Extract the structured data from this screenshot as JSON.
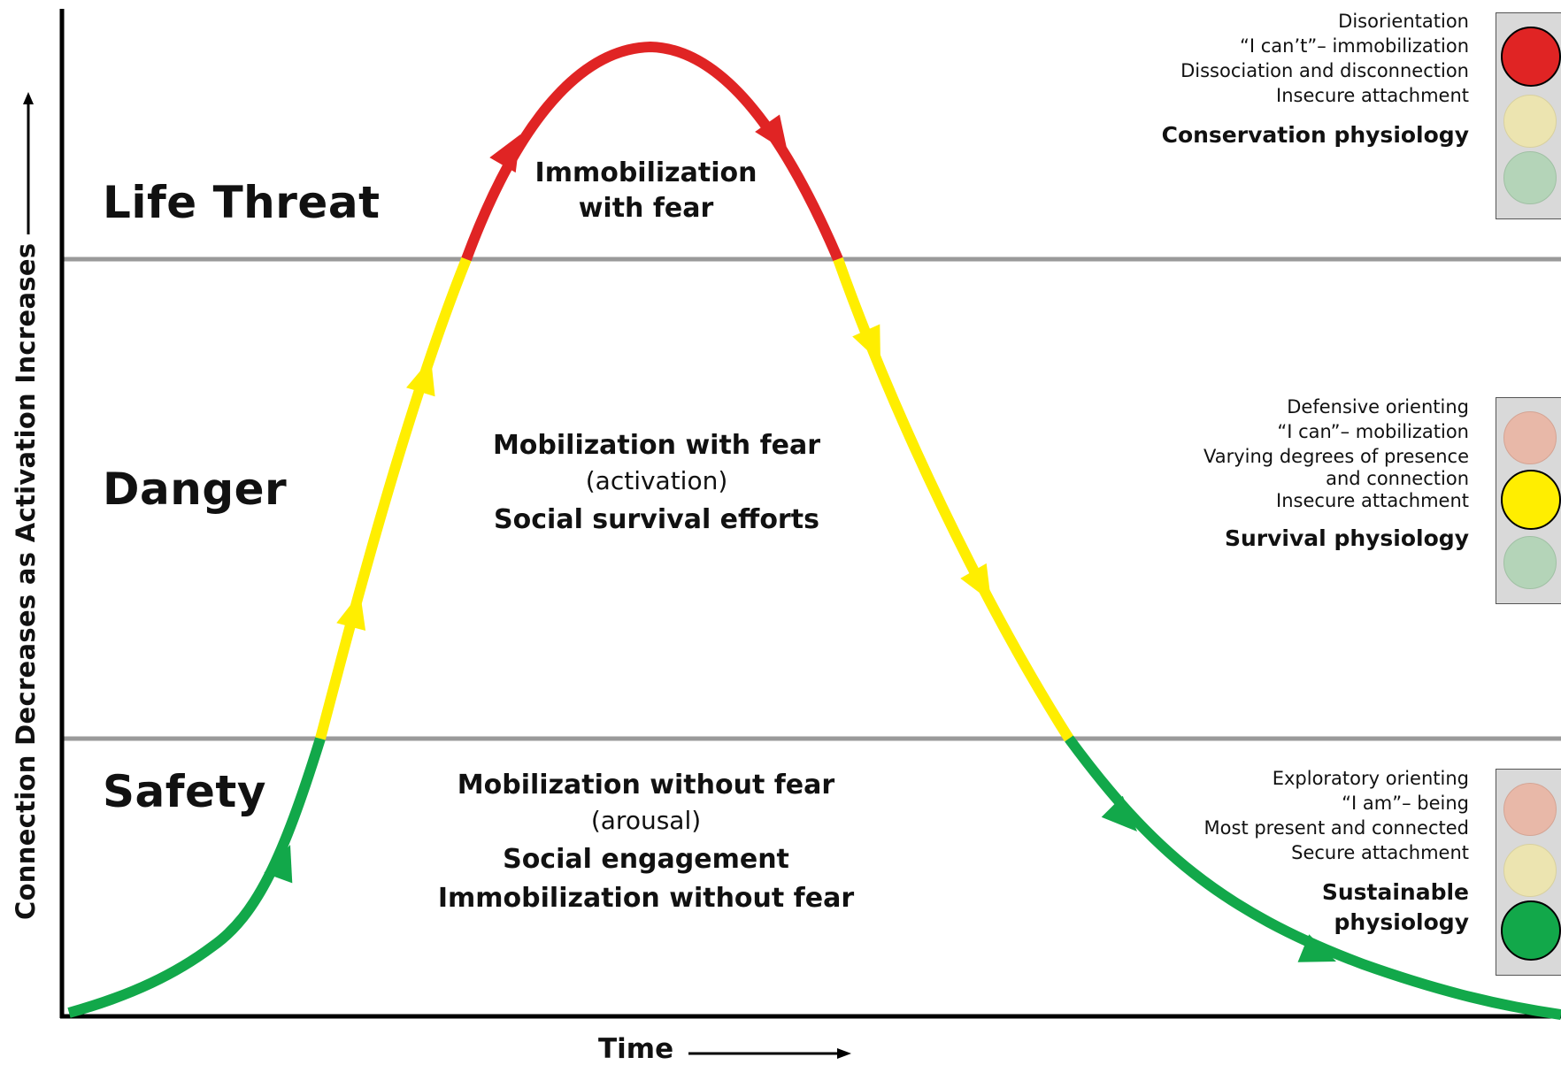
{
  "axes": {
    "y_label": "Connection Decreases as Activation Increases",
    "x_label": "Time"
  },
  "zones": [
    {
      "label": "Life Threat",
      "color": "#e02424"
    },
    {
      "label": "Danger",
      "color": "#ffee00"
    },
    {
      "label": "Safety",
      "color": "#12a84a"
    }
  ],
  "centers": {
    "life_threat": {
      "line1": "Immobilization",
      "line2": "with fear"
    },
    "danger": {
      "line1": "Mobilization with fear",
      "line2": "(activation)",
      "line3": "Social survival efforts"
    },
    "safety": {
      "line1": "Mobilization without fear",
      "line2": "(arousal)",
      "line3": "Social engagement",
      "line4": "Immobilization without fear"
    }
  },
  "panels": {
    "life_threat": {
      "lines": [
        "Disorientation",
        "“I can’t”– immobilization",
        "Dissociation and disconnection",
        "Insecure attachment"
      ],
      "physiology": "Conservation physiology",
      "active_lamp": "red"
    },
    "danger": {
      "lines": [
        "Defensive orienting",
        "“I can”– mobilization",
        "Varying degrees of presence",
        "and connection",
        "Insecure attachment"
      ],
      "physiology": "Survival physiology",
      "active_lamp": "yellow"
    },
    "safety": {
      "lines": [
        "Exploratory orienting",
        "“I am”– being",
        "Most present and connected",
        "Secure attachment"
      ],
      "physiology_line1": "Sustainable",
      "physiology_line2": "physiology",
      "active_lamp": "green"
    }
  },
  "colors": {
    "red": "#e02424",
    "yellow": "#ffee00",
    "green": "#12a84a",
    "divider": "#9a9a9a",
    "lamp_dim_red": "#e8b8a8",
    "lamp_dim_yellow": "#ece4b0",
    "lamp_dim_green": "#b4d4b8"
  }
}
